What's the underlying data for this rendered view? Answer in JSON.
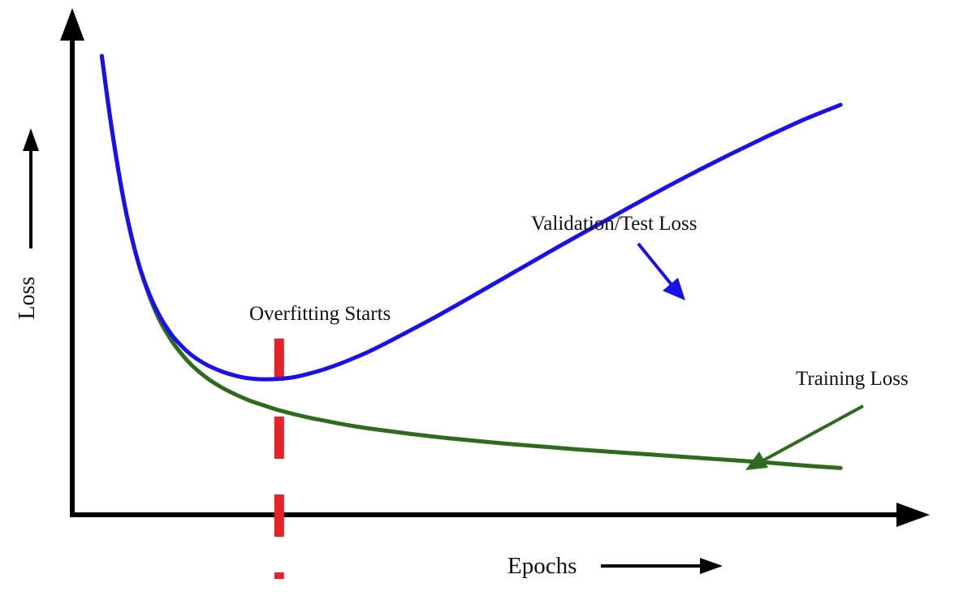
{
  "chart_data": {
    "type": "line",
    "title": "",
    "xlabel": "Epochs",
    "ylabel": "Loss",
    "series": [
      {
        "name": "Training Loss",
        "color": "#2f6b1f",
        "x": [
          0,
          1,
          2,
          3,
          4,
          5,
          6,
          7,
          8,
          9,
          10,
          12,
          14,
          16,
          18,
          20,
          22,
          24,
          26,
          28,
          30,
          34,
          38,
          42,
          46,
          50,
          55,
          60,
          65,
          70,
          75,
          80,
          85,
          90,
          95,
          100
        ],
        "values": [
          100,
          87,
          75.6,
          65.7,
          57.6,
          51,
          45.6,
          41,
          37.2,
          34.2,
          31.6,
          27.5,
          24.5,
          22.2,
          20.4,
          18.9,
          17.7,
          16.6,
          15.7,
          14.9,
          14.2,
          12.9,
          11.9,
          11,
          10.2,
          9.5,
          8.7,
          8,
          7.3,
          6.7,
          6.1,
          5.5,
          4.9,
          4.3,
          3.6,
          3
        ]
      },
      {
        "name": "Validation/Test Loss",
        "color": "#1a10ee",
        "x": [
          0,
          1,
          2,
          3,
          4,
          5,
          6,
          7,
          8,
          9,
          10,
          12,
          14,
          16,
          18,
          20,
          22,
          24,
          26,
          28,
          30,
          32,
          34,
          36,
          38,
          40,
          45,
          50,
          55,
          60,
          65,
          70,
          75,
          80,
          85,
          90,
          95,
          100
        ],
        "values": [
          100,
          87,
          75.6,
          65.7,
          57.6,
          51,
          45.9,
          41.7,
          38.3,
          35.5,
          33.2,
          29.8,
          27.5,
          25.9,
          24.8,
          24.1,
          23.9,
          24,
          24.4,
          25.2,
          26.2,
          27.4,
          28.8,
          30.3,
          32,
          33.8,
          38.4,
          43.3,
          48.3,
          53.3,
          58.2,
          63,
          67.8,
          72.4,
          76.8,
          81,
          85,
          88.5
        ]
      }
    ],
    "annotations": {
      "overfitting": {
        "label": "Overfitting Starts",
        "x": 24
      },
      "validation_label": "Validation/Test Loss",
      "training_label": "Training Loss"
    },
    "xlim": [
      -4,
      108
    ],
    "ylim": [
      -8,
      104
    ],
    "grid": false,
    "legend": "none"
  }
}
